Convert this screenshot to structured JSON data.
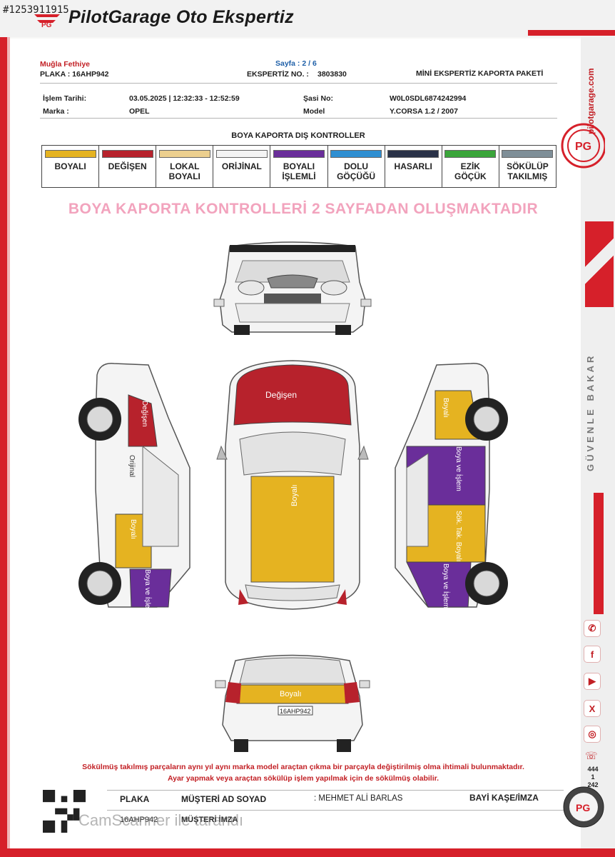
{
  "top_id": "#1253911915",
  "brand": {
    "name": "PilotGarage Oto Ekspertiz",
    "url": "pilotgarage.com",
    "slogan": "GÜVENLE BAKAR"
  },
  "report": {
    "location": "Muğla Fethiye",
    "plate_label": "PLAKA : 16AHP942",
    "page": "Sayfa : 2 / 6",
    "expertise_label": "EKSPERTİZ NO. :",
    "expertise_no": "3803830",
    "package": "MİNİ EKSPERTİZ KAPORTA PAKETİ",
    "date_label": "İşlem Tarihi:",
    "date_value": "03.05.2025 | 12:32:33 - 12:52:59",
    "brand_label": "Marka :",
    "brand_value": "OPEL",
    "chassis_label": "Şasi No:",
    "chassis_value": "W0L0SDL6874242994",
    "model_label": "Model",
    "model_value": "Y.CORSA 1.2 / 2007"
  },
  "legend": {
    "title": "BOYA KAPORTA DIŞ KONTROLLER",
    "items": [
      {
        "line1": "BOYALI",
        "line2": "",
        "color": "#e5b321"
      },
      {
        "line1": "DEĞİŞEN",
        "line2": "",
        "color": "#b7222c"
      },
      {
        "line1": "LOKAL",
        "line2": "BOYALI",
        "color": "#eccf8e"
      },
      {
        "line1": "ORİJİNAL",
        "line2": "",
        "color": "#f4f4f4"
      },
      {
        "line1": "BOYALI",
        "line2": "İŞLEMLİ",
        "color": "#6a2e9a"
      },
      {
        "line1": "DOLU",
        "line2": "GÖÇÜĞÜ",
        "color": "#2f8fd2"
      },
      {
        "line1": "HASARLI",
        "line2": "",
        "color": "#2a3248"
      },
      {
        "line1": "EZİK",
        "line2": "GÖÇÜK",
        "color": "#3aa53a"
      },
      {
        "line1": "SÖKÜLÜP",
        "line2": "TAKILMIŞ",
        "color": "#7e8e97"
      }
    ]
  },
  "warning": "BOYA KAPORTA KONTROLLERİ 2 SAYFADAN OLUŞMAKTADIR",
  "labels": {
    "degisen": "Değişen",
    "boyali": "Boyalı",
    "orijinal": "Orijinal",
    "boya_ve_islem": "Boya ve İşlem",
    "sok_tak_boyali": "Sök. Tak. Boyalı",
    "rear_plate": "16AHP942"
  },
  "notes": {
    "line1": "Sökülmüş takılmış parçaların aynı yıl aynı marka model araçtan çıkma bir parçayla değiştirilmiş olma ihtimali bulunmaktadır.",
    "line2": "Ayar yapmak veya araçtan sökülüp işlem yapılmak için de sökülmüş olabilir."
  },
  "footer": {
    "plate_header": "PLAKA",
    "customer_header": "MÜŞTERİ AD SOYAD",
    "customer_name": ": MEHMET ALİ BARLAS",
    "stamp_header": "BAYİ KAŞE/İMZA",
    "plate_value": "16AHP942",
    "signature_label": "MÜŞTERİ İMZA",
    "scanner_text": "CamScanner ile tarandı"
  },
  "side": {
    "counter": [
      "444",
      "1",
      "242"
    ]
  },
  "colors": {
    "accent": "#d6202a",
    "boyali": "#e5b321",
    "degisen": "#b7222c",
    "islemli": "#6a2e9a"
  }
}
